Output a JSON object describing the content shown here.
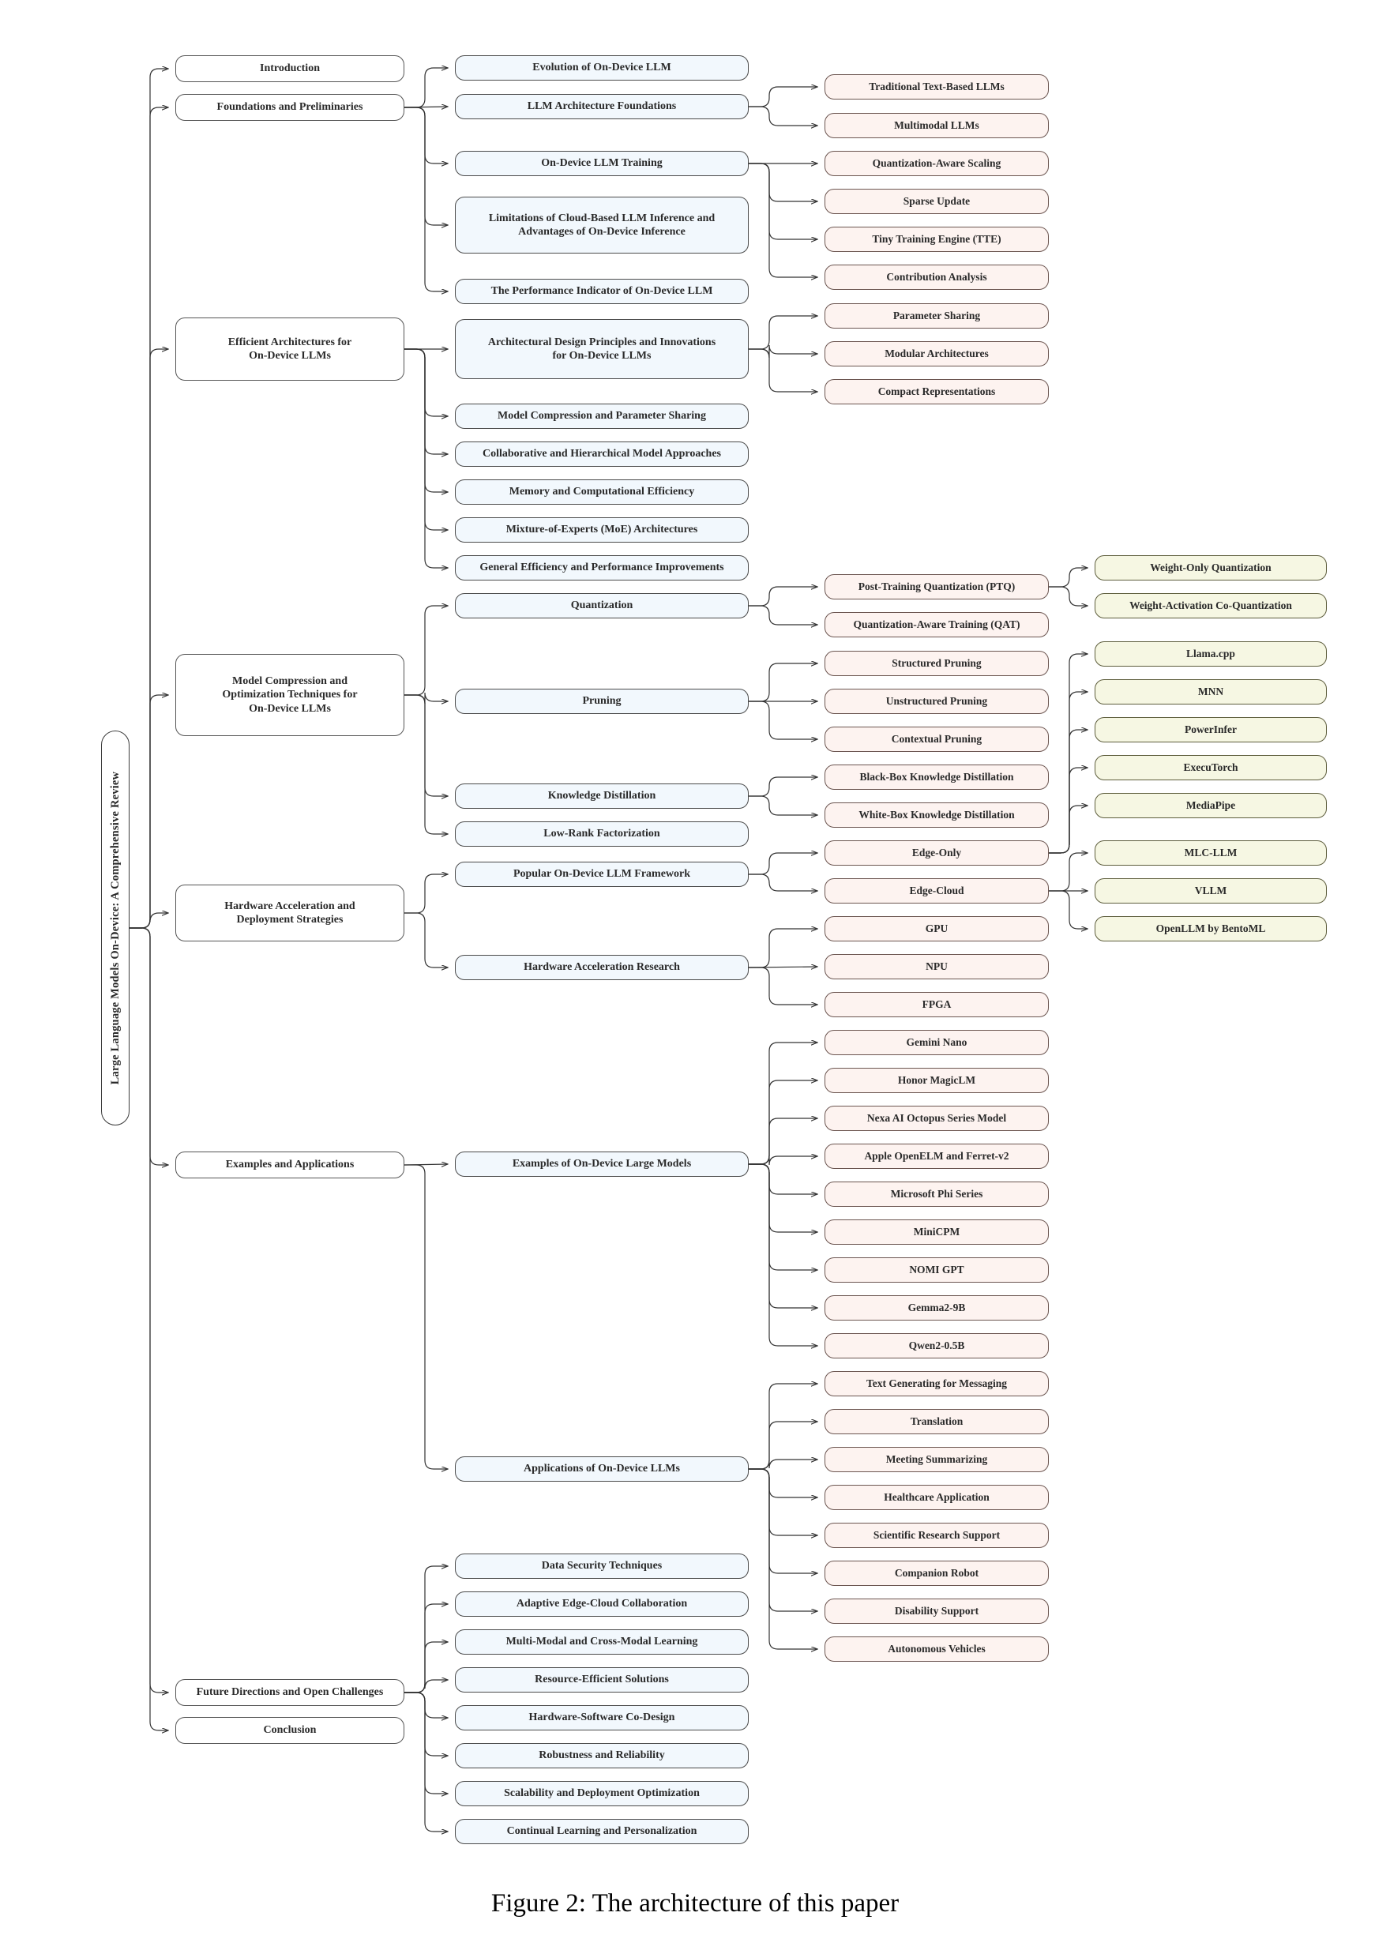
{
  "figure": {
    "caption": "Figure 2: The architecture of this paper",
    "root": "Large Language Models On-Device: A Comprehensive Review"
  },
  "palette": {
    "level1_fill": "#ffffff",
    "level1_border": "#555555",
    "level2_fill": "#f2f8fd",
    "level2_border": "#4a4a4a",
    "level3_fill": "#fdf3f0",
    "level3_border": "#6b5550",
    "level4_fill": "#f6f7e3",
    "level4_border": "#5d5d3c",
    "edge": "#333333"
  },
  "nodes": {
    "l1": [
      {
        "id": "introduction",
        "label": "Introduction"
      },
      {
        "id": "foundations",
        "label": "Foundations and Preliminaries"
      },
      {
        "id": "efficient-architectures",
        "label": "Efficient Architectures for\nOn-Device LLMs"
      },
      {
        "id": "model-compression",
        "label": "Model Compression and\nOptimization Techniques for\nOn-Device LLMs"
      },
      {
        "id": "hardware-acceleration",
        "label": "Hardware Acceleration and\nDeployment Strategies"
      },
      {
        "id": "examples-applications",
        "label": "Examples and Applications"
      },
      {
        "id": "future-directions",
        "label": "Future Directions and Open Challenges"
      },
      {
        "id": "conclusion",
        "label": "Conclusion"
      }
    ],
    "l2": [
      {
        "id": "evolution-on-device-llm",
        "label": "Evolution of On-Device LLM"
      },
      {
        "id": "llm-architecture-foundations",
        "label": "LLM Architecture Foundations"
      },
      {
        "id": "on-device-llm-training",
        "label": "On-Device LLM Training"
      },
      {
        "id": "limitations-cloud-inference",
        "label": "Limitations of Cloud-Based LLM Inference and\nAdvantages of On-Device Inference"
      },
      {
        "id": "performance-indicator",
        "label": "The Performance Indicator of On-Device LLM"
      },
      {
        "id": "architectural-design-principles",
        "label": "Architectural Design Principles and Innovations\nfor On-Device LLMs"
      },
      {
        "id": "model-compression-parameter-sharing",
        "label": "Model Compression and Parameter Sharing"
      },
      {
        "id": "collaborative-hierarchical",
        "label": "Collaborative and Hierarchical Model Approaches"
      },
      {
        "id": "memory-computational-efficiency",
        "label": "Memory and Computational Efficiency"
      },
      {
        "id": "moe-architectures",
        "label": "Mixture-of-Experts (MoE) Architectures"
      },
      {
        "id": "general-efficiency",
        "label": "General Efficiency and Performance Improvements"
      },
      {
        "id": "quantization",
        "label": "Quantization"
      },
      {
        "id": "pruning",
        "label": "Pruning"
      },
      {
        "id": "knowledge-distillation",
        "label": "Knowledge Distillation"
      },
      {
        "id": "low-rank-factorization",
        "label": "Low-Rank Factorization"
      },
      {
        "id": "popular-framework",
        "label": "Popular On-Device LLM Framework"
      },
      {
        "id": "hardware-acceleration-research",
        "label": "Hardware Acceleration Research"
      },
      {
        "id": "examples-large-models",
        "label": "Examples of On-Device Large Models"
      },
      {
        "id": "applications-on-device-llms",
        "label": "Applications of On-Device LLMs"
      },
      {
        "id": "data-security-techniques",
        "label": "Data Security Techniques"
      },
      {
        "id": "adaptive-edge-cloud",
        "label": "Adaptive Edge-Cloud Collaboration"
      },
      {
        "id": "multi-modal-cross-modal",
        "label": "Multi-Modal and Cross-Modal Learning"
      },
      {
        "id": "resource-efficient-solutions",
        "label": "Resource-Efficient Solutions"
      },
      {
        "id": "hardware-software-co-design",
        "label": "Hardware-Software Co-Design"
      },
      {
        "id": "robustness-reliability",
        "label": "Robustness and Reliability"
      },
      {
        "id": "scalability-deployment-optimization",
        "label": "Scalability and Deployment Optimization"
      },
      {
        "id": "continual-learning-personalization",
        "label": "Continual Learning and Personalization"
      }
    ],
    "l3": [
      {
        "id": "traditional-text-based-llms",
        "label": "Traditional Text-Based LLMs"
      },
      {
        "id": "multimodal-llms",
        "label": "Multimodal LLMs"
      },
      {
        "id": "quantization-aware-scaling",
        "label": "Quantization-Aware Scaling"
      },
      {
        "id": "sparse-update",
        "label": "Sparse Update"
      },
      {
        "id": "tiny-training-engine",
        "label": "Tiny Training Engine (TTE)"
      },
      {
        "id": "contribution-analysis",
        "label": "Contribution Analysis"
      },
      {
        "id": "parameter-sharing",
        "label": "Parameter Sharing"
      },
      {
        "id": "modular-architectures",
        "label": "Modular Architectures"
      },
      {
        "id": "compact-representations",
        "label": "Compact Representations"
      },
      {
        "id": "post-training-quantization",
        "label": "Post-Training Quantization (PTQ)"
      },
      {
        "id": "quantization-aware-training",
        "label": "Quantization-Aware Training (QAT)"
      },
      {
        "id": "structured-pruning",
        "label": "Structured Pruning"
      },
      {
        "id": "unstructured-pruning",
        "label": "Unstructured Pruning"
      },
      {
        "id": "contextual-pruning",
        "label": "Contextual Pruning"
      },
      {
        "id": "black-box-knowledge-distillation",
        "label": "Black-Box Knowledge Distillation"
      },
      {
        "id": "white-box-knowledge-distillation",
        "label": "White-Box Knowledge Distillation"
      },
      {
        "id": "edge-only",
        "label": "Edge-Only"
      },
      {
        "id": "edge-cloud",
        "label": "Edge-Cloud"
      },
      {
        "id": "gpu",
        "label": "GPU"
      },
      {
        "id": "npu",
        "label": "NPU"
      },
      {
        "id": "fpga",
        "label": "FPGA"
      },
      {
        "id": "gemini-nano",
        "label": "Gemini Nano"
      },
      {
        "id": "honor-magiclm",
        "label": "Honor MagicLM"
      },
      {
        "id": "nexa-ai-octopus",
        "label": "Nexa AI Octopus Series Model"
      },
      {
        "id": "apple-openelm-ferret",
        "label": "Apple OpenELM and Ferret-v2"
      },
      {
        "id": "microsoft-phi-series",
        "label": "Microsoft Phi Series"
      },
      {
        "id": "minicpm",
        "label": "MiniCPM"
      },
      {
        "id": "nomi-gpt",
        "label": "NOMI GPT"
      },
      {
        "id": "gemma2-9b",
        "label": "Gemma2-9B"
      },
      {
        "id": "qwen2-05b",
        "label": "Qwen2-0.5B"
      },
      {
        "id": "text-generating-messaging",
        "label": "Text Generating for Messaging"
      },
      {
        "id": "translation",
        "label": "Translation"
      },
      {
        "id": "meeting-summarizing",
        "label": "Meeting Summarizing"
      },
      {
        "id": "healthcare-application",
        "label": "Healthcare Application"
      },
      {
        "id": "scientific-research-support",
        "label": "Scientific Research Support"
      },
      {
        "id": "companion-robot",
        "label": "Companion Robot"
      },
      {
        "id": "disability-support",
        "label": "Disability Support"
      },
      {
        "id": "autonomous-vehicles",
        "label": "Autonomous Vehicles"
      }
    ],
    "l4": [
      {
        "id": "weight-only-quantization",
        "label": "Weight-Only Quantization"
      },
      {
        "id": "weight-activation-co-quantization",
        "label": "Weight-Activation Co-Quantization"
      },
      {
        "id": "llama-cpp",
        "label": "Llama.cpp"
      },
      {
        "id": "mnn",
        "label": "MNN"
      },
      {
        "id": "powerinfer",
        "label": "PowerInfer"
      },
      {
        "id": "executorch",
        "label": "ExecuTorch"
      },
      {
        "id": "mediapipe",
        "label": "MediaPipe"
      },
      {
        "id": "mlc-llm",
        "label": "MLC-LLM"
      },
      {
        "id": "vllm",
        "label": "VLLM"
      },
      {
        "id": "openllm-bentoml",
        "label": "OpenLLM by BentoML"
      }
    ]
  }
}
